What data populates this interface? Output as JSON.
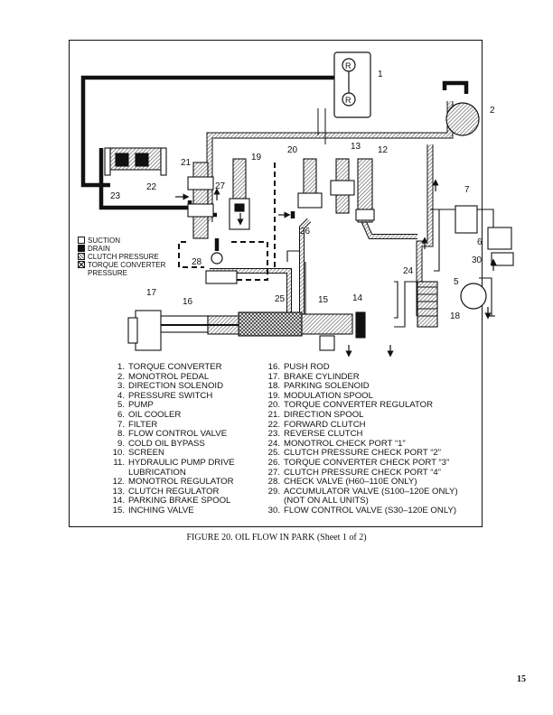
{
  "legend": {
    "suction": "SUCTION",
    "drain": "DRAIN",
    "clutch_pressure": "CLUTCH PRESSURE",
    "torque_converter_pressure": "TORQUE CONVERTER",
    "torque_converter_pressure_line2": "PRESSURE"
  },
  "callouts": [
    "1",
    "2",
    "5",
    "6",
    "7",
    "12",
    "13",
    "14",
    "15",
    "16",
    "17",
    "18",
    "19",
    "20",
    "21",
    "22",
    "23",
    "24",
    "25",
    "26",
    "27",
    "28",
    "30"
  ],
  "components_left": [
    {
      "num": "1.",
      "label": "TORQUE CONVERTER"
    },
    {
      "num": "2.",
      "label": "MONOTROL PEDAL"
    },
    {
      "num": "3.",
      "label": "DIRECTION SOLENOID"
    },
    {
      "num": "4.",
      "label": "PRESSURE SWITCH"
    },
    {
      "num": "5.",
      "label": "PUMP"
    },
    {
      "num": "6.",
      "label": "OIL COOLER"
    },
    {
      "num": "7.",
      "label": "FILTER"
    },
    {
      "num": "8.",
      "label": "FLOW CONTROL VALVE"
    },
    {
      "num": "9.",
      "label": "COLD OIL BYPASS"
    },
    {
      "num": "10.",
      "label": "SCREEN"
    },
    {
      "num": "11.",
      "label": "HYDRAULIC PUMP DRIVE"
    },
    {
      "num": "",
      "label": "LUBRICATION"
    },
    {
      "num": "12.",
      "label": "MONOTROL REGULATOR"
    },
    {
      "num": "13.",
      "label": "CLUTCH REGULATOR"
    },
    {
      "num": "14.",
      "label": "PARKING BRAKE SPOOL"
    },
    {
      "num": "15.",
      "label": "INCHING VALVE"
    }
  ],
  "components_right": [
    {
      "num": "16.",
      "label": "PUSH ROD"
    },
    {
      "num": "17.",
      "label": "BRAKE CYLINDER"
    },
    {
      "num": "18.",
      "label": "PARKING SOLENOID"
    },
    {
      "num": "19.",
      "label": "MODULATION SPOOL"
    },
    {
      "num": "20.",
      "label": "TORQUE CONVERTER REGULATOR"
    },
    {
      "num": "21.",
      "label": "DIRECTION SPOOL"
    },
    {
      "num": "22.",
      "label": "FORWARD CLUTCH"
    },
    {
      "num": "23.",
      "label": "REVERSE CLUTCH"
    },
    {
      "num": "24.",
      "label": "MONOTROL CHECK PORT “1”"
    },
    {
      "num": "25.",
      "label": "CLUTCH PRESSURE CHECK PORT “2”"
    },
    {
      "num": "26.",
      "label": "TORQUE CONVERTER CHECK PORT “3”"
    },
    {
      "num": "27.",
      "label": "CLUTCH PRESSURE CHECK PORT “4”"
    },
    {
      "num": "28.",
      "label": "CHECK VALVE (H60–110E ONLY)"
    },
    {
      "num": "29.",
      "label": "ACCUMULATOR VALVE (S100–120E ONLY)"
    },
    {
      "num": "",
      "label": "(NOT ON ALL UNITS)"
    },
    {
      "num": "30.",
      "label": "FLOW CONTROL VALVE (S30–120E ONLY)"
    }
  ],
  "caption": "FIGURE 20. OIL FLOW IN PARK (Sheet 1 of 2)",
  "page_number": "15"
}
